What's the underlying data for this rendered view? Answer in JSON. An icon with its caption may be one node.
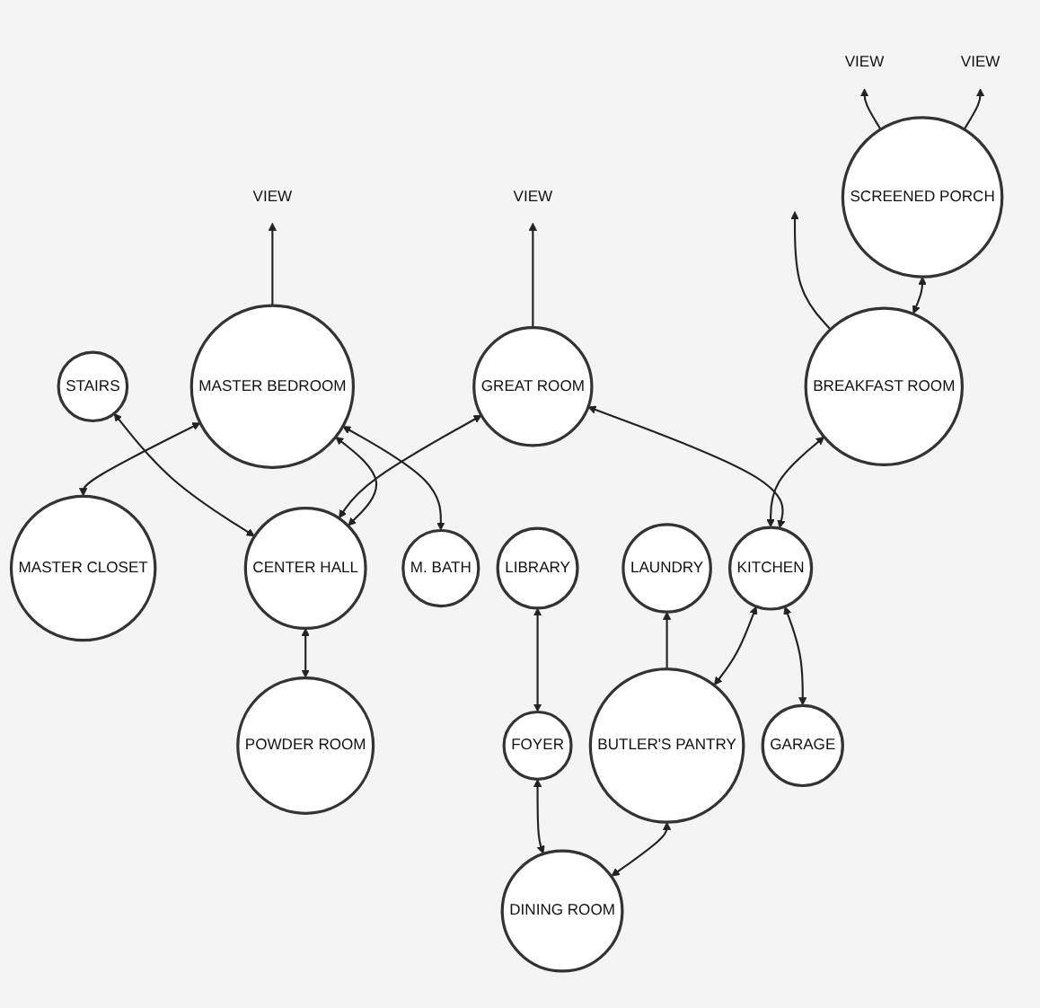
{
  "diagram": {
    "nodes": [
      {
        "text": [
          "VIEW"
        ]
      },
      {
        "text": [
          "VIEW"
        ]
      },
      {
        "text": [
          "SCREENED PORCH"
        ]
      },
      {
        "text": [
          "VIEW"
        ]
      },
      {
        "text": [
          "VIEW"
        ]
      },
      {
        "text": [
          "BREAKFAST ROOM"
        ]
      },
      {
        "text": [
          "MASTER BEDROOM"
        ]
      },
      {
        "text": [
          "GREAT ROOM"
        ]
      },
      {
        "text": [
          "MASTER CLOSET"
        ]
      },
      {
        "text": [
          "KITCHEN"
        ]
      },
      {
        "text": [
          "M. BATH"
        ]
      },
      {
        "text": [
          "STAIRS"
        ]
      },
      {
        "text": [
          "CENTER HALL"
        ]
      },
      {
        "text": [
          "POWDER ROOM"
        ]
      },
      {
        "text": [
          "LAUNDRY"
        ]
      },
      {
        "text": [
          "BUTLER'S PANTRY"
        ]
      },
      {
        "text": [
          "LIBRARY"
        ]
      },
      {
        "text": [
          "FOYER"
        ]
      },
      {
        "text": [
          "DINING ROOM"
        ]
      },
      {
        "text": [
          "GARAGE"
        ]
      }
    ],
    "edges": [
      {
        "from": 2,
        "to": 0,
        "arrow": "to"
      },
      {
        "from": 2,
        "to": 1,
        "arrow": "to"
      },
      {
        "from": 2,
        "to": 5,
        "arrow": "both"
      },
      {
        "from": 5,
        "to": null,
        "arrow": "to"
      },
      {
        "from": 7,
        "to": 3,
        "arrow": "to"
      },
      {
        "from": 6,
        "to": 4,
        "arrow": "to"
      },
      {
        "from": 6,
        "to": 8,
        "arrow": "both"
      },
      {
        "from": 6,
        "to": 10,
        "arrow": "both"
      },
      {
        "from": 6,
        "to": 12,
        "arrow": "both"
      },
      {
        "from": 7,
        "to": 12,
        "arrow": "both"
      },
      {
        "from": 7,
        "to": 9,
        "arrow": "both"
      },
      {
        "from": 5,
        "to": 9,
        "arrow": "both"
      },
      {
        "from": 11,
        "to": 12,
        "arrow": "both"
      },
      {
        "from": 12,
        "to": 13,
        "arrow": "both"
      },
      {
        "from": 9,
        "to": 15,
        "arrow": "both"
      },
      {
        "from": 9,
        "to": 19,
        "arrow": "both"
      },
      {
        "from": 15,
        "to": 14,
        "arrow": "to"
      },
      {
        "from": 15,
        "to": 18,
        "arrow": "both"
      },
      {
        "from": 16,
        "to": 17,
        "arrow": "both"
      },
      {
        "from": 17,
        "to": 18,
        "arrow": "both"
      }
    ]
  }
}
